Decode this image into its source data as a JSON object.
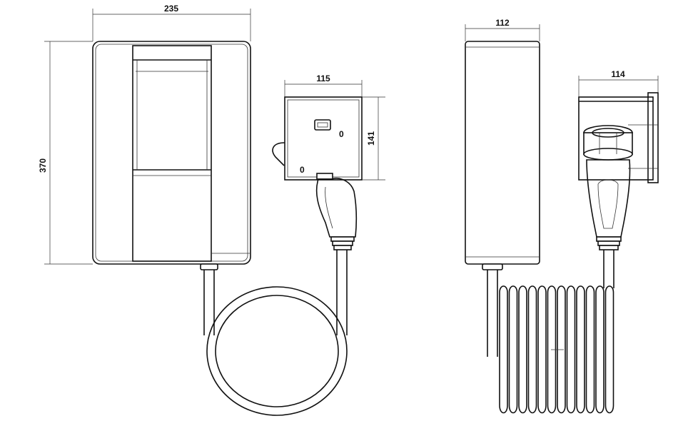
{
  "dimensions": {
    "box_width": "235",
    "box_height": "370",
    "holder_width": "115",
    "holder_height": "141",
    "side_depth": "112",
    "holder_side_width": "114"
  },
  "holder_markings": {
    "left_mark": "0",
    "right_mark": "0"
  }
}
